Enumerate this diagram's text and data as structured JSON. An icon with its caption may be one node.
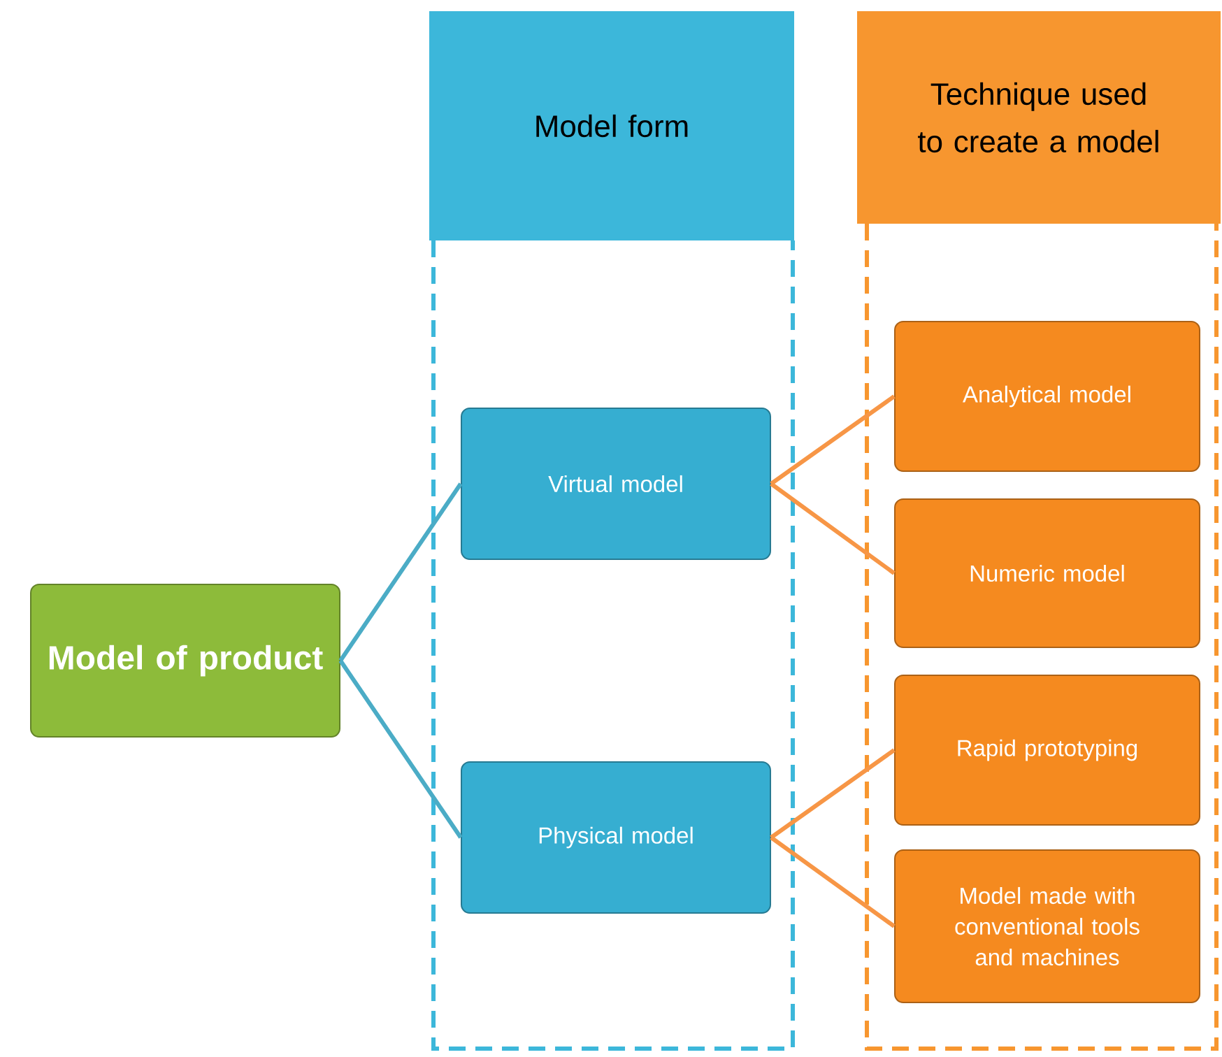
{
  "diagram": {
    "nodes": [
      {
        "text": [
          "Model form"
        ]
      },
      {
        "text": [
          "Technique used to create a model"
        ]
      },
      {
        "text": [
          "Model of product"
        ]
      },
      {
        "text": [
          "Virtual model"
        ],
        "in": 0
      },
      {
        "text": [
          "Physical model"
        ],
        "in": 0
      },
      {
        "text": [
          "Analytical model"
        ],
        "in": 1
      },
      {
        "text": [
          "Numeric model"
        ],
        "in": 1
      },
      {
        "text": [
          "Rapid prototyping"
        ],
        "in": 1
      },
      {
        "text": [
          "Model made with conventional tools and machines"
        ],
        "in": 1
      }
    ],
    "edges": [
      {
        "from": 2,
        "to": 3,
        "arrow": "none",
        "color": "#4bacc6"
      },
      {
        "from": 2,
        "to": 4,
        "arrow": "none",
        "color": "#4bacc6"
      },
      {
        "from": 3,
        "to": 5,
        "arrow": "none"
      },
      {
        "from": 3,
        "to": 6,
        "arrow": "none"
      },
      {
        "from": 4,
        "to": 7,
        "arrow": "none"
      },
      {
        "from": 4,
        "to": 8,
        "arrow": "none"
      }
    ]
  }
}
